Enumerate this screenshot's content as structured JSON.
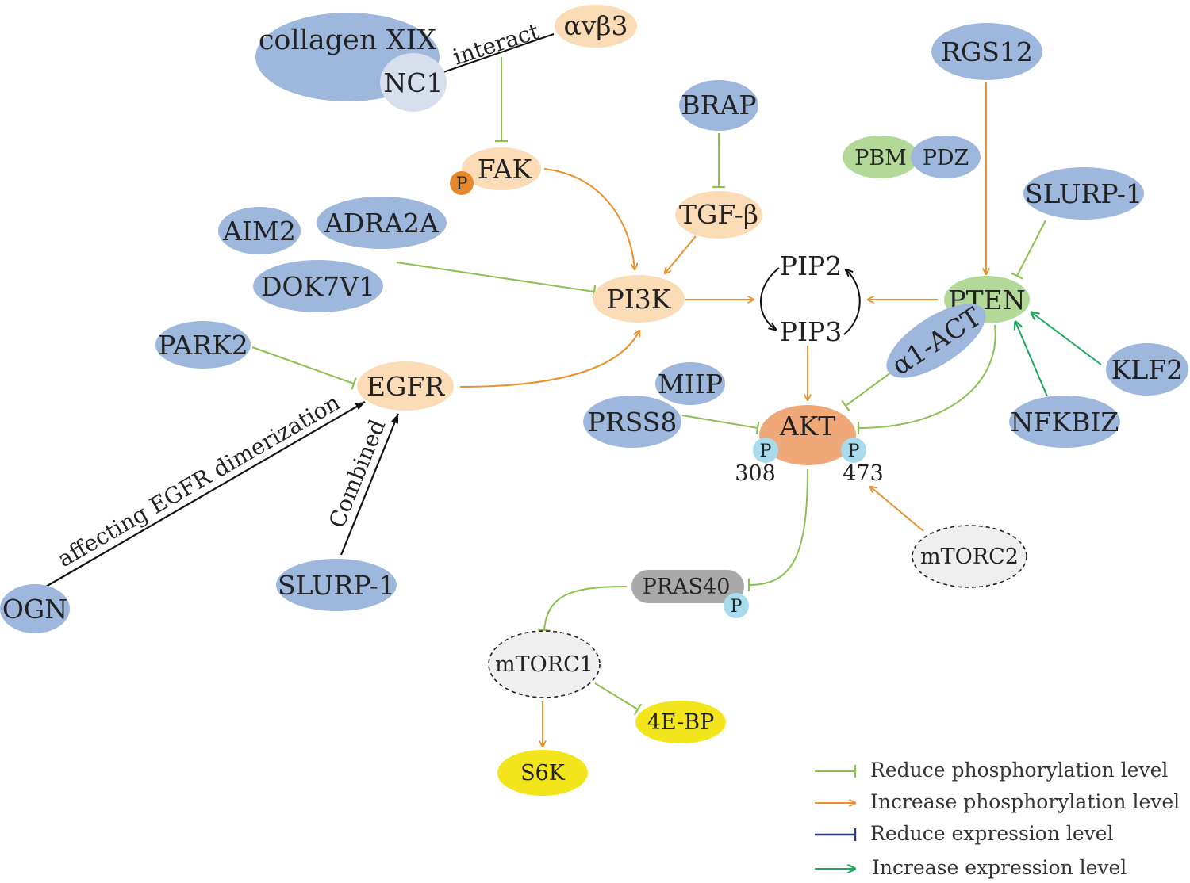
{
  "colors": {
    "blue_node": "#9db8dc",
    "peach_node": "#fbdcb6",
    "akt_node": "#f0a878",
    "pten_node": "#b3d999",
    "gray_node": "#a9a9a9",
    "dashed_node": "#efefef",
    "yellow_node": "#f2e51c",
    "nc1_node": "#d7deec",
    "p_orange": "#e7892a",
    "p_light": "#a8dcec",
    "green_inhibit": "#8cc152",
    "orange_activate": "#e8912d",
    "navy_expression": "#2e3a87",
    "green_expression": "#1aa85c",
    "black": "#111111"
  },
  "nodes": {
    "collagen": "collagen XIX",
    "nc1": "NC1",
    "avb3": "αvβ3",
    "fak": "FAK",
    "fak_p": "P",
    "brap": "BRAP",
    "tgfb": "TGF-β",
    "aim2": "AIM2",
    "adra2a": "ADRA2A",
    "dok7v1": "DOK7V1",
    "pi3k": "PI3K",
    "pip2": "PIP2",
    "pip3": "PIP3",
    "rgs12": "RGS12",
    "pbm": "PBM",
    "pdz": "PDZ",
    "slurp1_right": "SLURP-1",
    "pten": "PTEN",
    "a1act": "α1-ACT",
    "klf2": "KLF2",
    "nfkbiz": "NFKBIZ",
    "park2": "PARK2",
    "egfr": "EGFR",
    "miip": "MIIP",
    "prss8": "PRSS8",
    "akt": "AKT",
    "akt_p308": "P",
    "akt_p473": "P",
    "site308": "308",
    "site473": "473",
    "mtorc2": "mTORC2",
    "slurp1_left": "SLURP-1",
    "ogn": "OGN",
    "pras40": "PRAS40",
    "pras40_p": "P",
    "mtorc1": "mTORC1",
    "ebp": "4E-BP",
    "s6k": "S6K"
  },
  "edge_labels": {
    "interact": "interact",
    "combined": "Combined",
    "dimerization": "affecting EGFR dimerization"
  },
  "legend": [
    {
      "label": "Reduce phosphorylation level",
      "style": "inhibit",
      "color": "#8cc152"
    },
    {
      "label": "Increase phosphorylation level",
      "style": "arrow",
      "color": "#e8912d"
    },
    {
      "label": "Reduce expression level",
      "style": "inhibit",
      "color": "#2e3a87"
    },
    {
      "label": "Increase expression level",
      "style": "arrow",
      "color": "#1aa85c"
    }
  ]
}
